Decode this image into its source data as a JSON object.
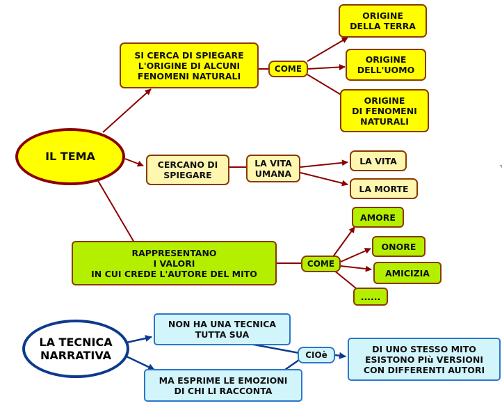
{
  "tema": {
    "root": "IL TEMA",
    "spiegare": "SI CERCA DI SPIEGARE\nL'ORIGINE DI ALCUNI\nFENOMENI NATURALI",
    "come_1": "COME",
    "origine_terra": "ORIGINE\nDELLA TERRA",
    "origine_uomo": "ORIGINE\nDELL'UOMO",
    "origine_fenomeni": "ORIGINE\nDI FENOMENI\nNATURALI",
    "cercano": "CERCANO DI\nSPIEGARE",
    "vita_umana": "LA VITA\nUMANA",
    "la_vita": "LA VITA",
    "la_morte": "LA MORTE",
    "rappresentano": "RAPPRESENTANO\nI VALORI\nIN CUI CREDE L'AUTORE DEL MITO",
    "come_2": "COME",
    "amore": "AMORE",
    "onore": "ONORE",
    "amicizia": "AMICIZIA",
    "dots": "......"
  },
  "tecnica": {
    "root": "LA TECNICA\nNARRATIVA",
    "non_ha": "NON HA UNA TECNICA\nTUTTA SUA",
    "esprime": "MA ESPRIME LE EMOZIONI\nDI CHI LI RACCONTA",
    "cioe": "CIOè",
    "versioni": "DI UNO STESSO MITO\nESISTONO PIù VERSIONI\nCON DIFFERENTI AUTORI"
  },
  "colors": {
    "arrow_tema": "#8a0000",
    "arrow_tecnica": "#0d3a8c",
    "yellow": "#ffff00",
    "cream": "#fff7b0",
    "lime": "#b5ef00",
    "light_blue": "#d2f4fb"
  }
}
